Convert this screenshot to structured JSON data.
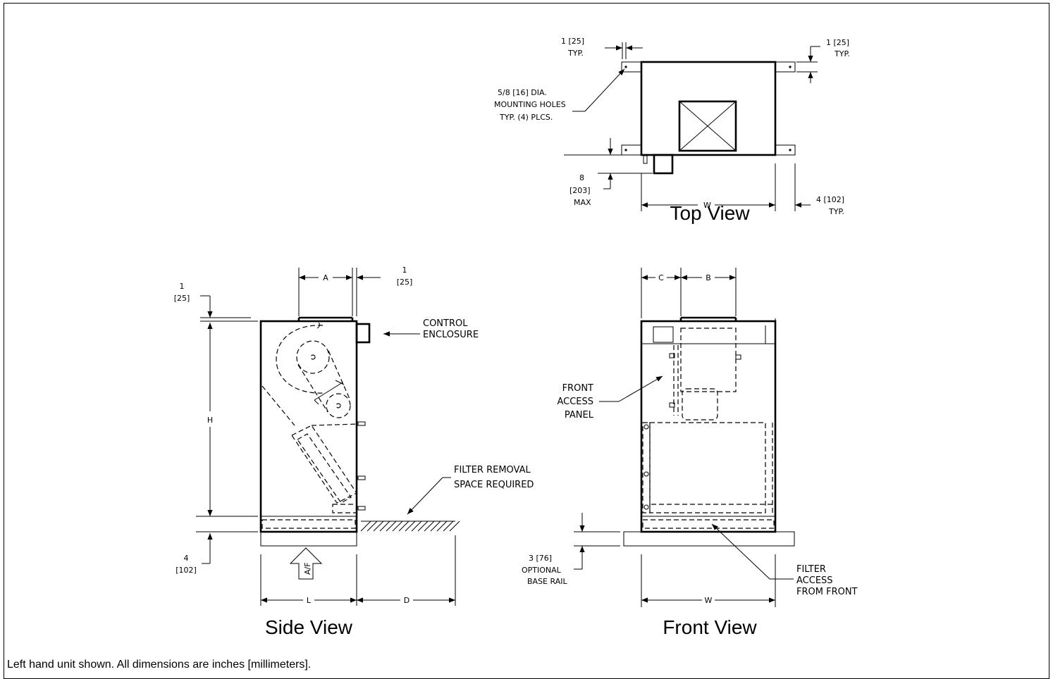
{
  "top_view": {
    "title": "Top View",
    "hole_size": "5/8 [16] DIA.",
    "hole_desc": "MOUNTING HOLES",
    "hole_count": "TYP. (4) PLCS.",
    "tab_left_value": "1 [25]",
    "tab_left_typ": "TYP.",
    "tab_right_value": "1 [25]",
    "tab_right_typ": "TYP.",
    "drain_in": "8",
    "drain_mm": "[203]",
    "drain_max": "MAX",
    "width_label": "W",
    "overhang_value": "4 [102]",
    "overhang_typ": "TYP."
  },
  "side_view": {
    "title": "Side View",
    "dim_a": "A",
    "dim_top_in": "1",
    "dim_top_mm": "[25]",
    "dim_right_in": "1",
    "dim_right_mm": "[25]",
    "control_line1": "CONTROL",
    "control_line2": "ENCLOSURE",
    "dim_h": "H",
    "filter_line1": "FILTER REMOVAL",
    "filter_line2": "SPACE REQUIRED",
    "bottom_in": "4",
    "bottom_mm": "[102]",
    "airflow": "A/F",
    "dim_l": "L",
    "dim_d": "D"
  },
  "front_view": {
    "title": "Front View",
    "dim_c": "C",
    "dim_b": "B",
    "panel_line1": "FRONT",
    "panel_line2": "ACCESS",
    "panel_line3": "PANEL",
    "rail_value": "3 [76]",
    "rail_line1": "OPTIONAL",
    "rail_line2": "BASE RAIL",
    "filter_line1": "FILTER",
    "filter_line2": "ACCESS",
    "filter_line3": "FROM FRONT",
    "dim_w": "W"
  },
  "footnote": "Left hand unit shown. All dimensions are inches [millimeters]."
}
